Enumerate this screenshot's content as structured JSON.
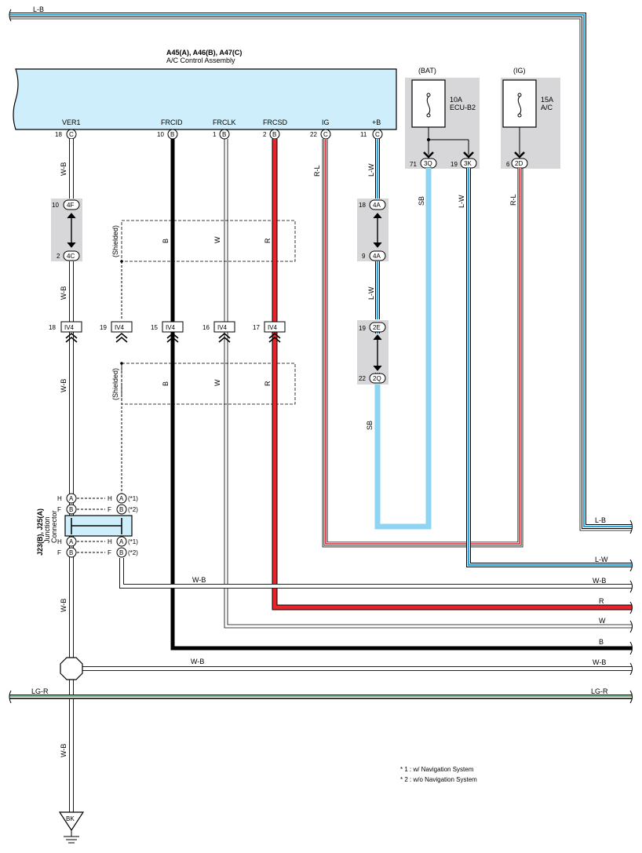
{
  "title": {
    "ids": "A45(A), A46(B), A47(C)",
    "name": "A/C Control Assembly"
  },
  "terminals": {
    "ver1": "VER1",
    "frcid": "FRCID",
    "frclk": "FRCLK",
    "frcsd": "FRCSD",
    "ig": "IG",
    "plusb": "+B"
  },
  "pins_top": {
    "ver1": {
      "num": "18",
      "c": "C"
    },
    "frcid": {
      "num": "10",
      "c": "B"
    },
    "frclk": {
      "num": "1",
      "c": "B"
    },
    "frcsd": {
      "num": "2",
      "c": "B"
    },
    "ig": {
      "num": "22",
      "c": "C"
    },
    "plusb": {
      "num": "11",
      "c": "C"
    }
  },
  "fuses": {
    "bat": {
      "header": "(BAT)",
      "rating": "10A",
      "name": "ECU-B2",
      "pin1": {
        "num": "71",
        "c": "3Q"
      },
      "pin2": {
        "num": "19",
        "c": "3K"
      }
    },
    "ig": {
      "header": "(IG)",
      "rating": "15A",
      "name": "A/C",
      "pin": {
        "num": "6",
        "c": "2D"
      }
    }
  },
  "connectors": {
    "c4f": {
      "num": "10",
      "c": "4F"
    },
    "c4c": {
      "num": "2",
      "c": "4C"
    },
    "c4a_top": {
      "num": "18",
      "c": "4A"
    },
    "c4a_bot": {
      "num": "9",
      "c": "4A"
    },
    "c2e": {
      "num": "19",
      "c": "2E"
    },
    "c2q": {
      "num": "22",
      "c": "2Q"
    },
    "iv4": [
      {
        "num": "18",
        "c": "IV4"
      },
      {
        "num": "19",
        "c": "IV4"
      },
      {
        "num": "15",
        "c": "IV4"
      },
      {
        "num": "16",
        "c": "IV4"
      },
      {
        "num": "17",
        "c": "IV4"
      }
    ]
  },
  "wire_labels": {
    "wb": "W-B",
    "b": "B",
    "w": "W",
    "r": "R",
    "rl": "R-L",
    "lw": "L-W",
    "sb": "SB",
    "lb": "L-B",
    "lgr": "LG-R",
    "shielded": "(Shielded)"
  },
  "junction": {
    "ids": "J23(B), J25(A)",
    "name1": "Junction",
    "name2": "Connector",
    "rows": [
      {
        "l": "H",
        "c": "A",
        "r": "H",
        "note": "(*1)"
      },
      {
        "l": "F",
        "c": "B",
        "r": "F",
        "note": "(*2)"
      },
      {
        "l": "H",
        "c": "A",
        "r": "H",
        "note": "(*1)"
      },
      {
        "l": "F",
        "c": "B",
        "r": "F",
        "note": "(*2)"
      }
    ]
  },
  "right_labels": [
    "L-B",
    "L-W",
    "W-B",
    "R",
    "W",
    "B",
    "W-B",
    "LG-R"
  ],
  "ground": "BK",
  "notes": [
    "* 1 : w/ Navigation System",
    "* 2 : w/o Navigation System"
  ],
  "colors": {
    "assembly_fill": "#cdeefa",
    "fuse_bg": "#d7d7d9",
    "red": "#e8232a",
    "blue": "#2aa5dc",
    "skyblue": "#8fd5f3",
    "green": "#3a9a57",
    "black": "#000000"
  }
}
